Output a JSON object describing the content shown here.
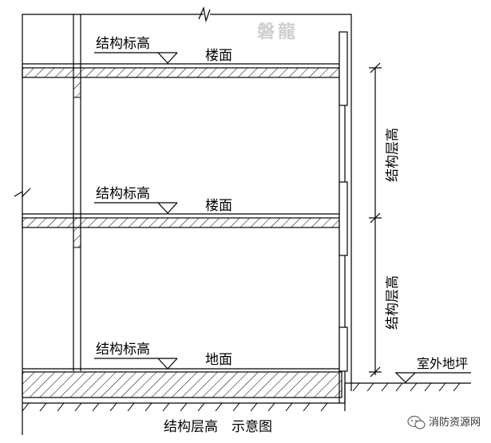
{
  "watermark": "磐龍",
  "floors": [
    {
      "level_label": "结构标高",
      "floor_label": "楼面"
    },
    {
      "level_label": "结构标高",
      "floor_label": "楼面"
    },
    {
      "level_label": "结构标高",
      "floor_label": "地面"
    }
  ],
  "dimensions": [
    {
      "label": "结构层高"
    },
    {
      "label": "结构层高"
    }
  ],
  "outdoor_label": "室外地坪",
  "caption": "结构层高　示意图",
  "source_badge": {
    "icon": "wechat-icon",
    "text": "消防资源网"
  },
  "colors": {
    "line": "#000000",
    "hatch": "#000000",
    "watermark": "#cfcfcf"
  }
}
